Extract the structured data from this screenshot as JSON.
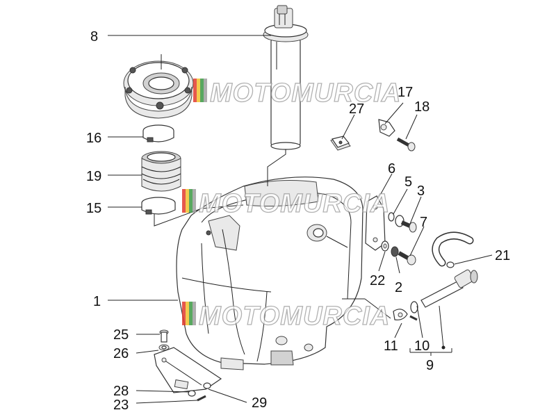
{
  "watermark": {
    "text": "MOTOMURCIA",
    "colors": [
      "#e23b2e",
      "#f2c230",
      "#3d9a45",
      "#a0a0a0"
    ]
  },
  "callouts": {
    "c1": "1",
    "c2": "2",
    "c3": "3",
    "c5": "5",
    "c6": "6",
    "c7": "7",
    "c8": "8",
    "c9": "9",
    "c10": "10",
    "c11": "11",
    "c15": "15",
    "c16": "16",
    "c17": "17",
    "c18": "18",
    "c19": "19",
    "c21": "21",
    "c22": "22",
    "c23": "23",
    "c25": "25",
    "c26": "26",
    "c27": "27",
    "c28": "28",
    "c29": "29"
  }
}
